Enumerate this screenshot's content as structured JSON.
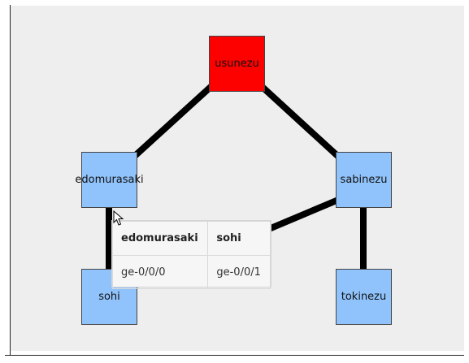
{
  "nodes": {
    "usunezu": {
      "label": "usunezu",
      "color": "#fd0000"
    },
    "edomurasaki": {
      "label": "edomurasaki",
      "color": "#90c3fb"
    },
    "sabinezu": {
      "label": "sabinezu",
      "color": "#90c3fb"
    },
    "sohi": {
      "label": "sohi",
      "color": "#90c3fb"
    },
    "tokinezu": {
      "label": "tokinezu",
      "color": "#90c3fb"
    }
  },
  "links": [
    {
      "from": "usunezu",
      "to": "edomurasaki"
    },
    {
      "from": "usunezu",
      "to": "sabinezu"
    },
    {
      "from": "edomurasaki",
      "to": "sohi"
    },
    {
      "from": "sabinezu",
      "to": "sohi"
    },
    {
      "from": "sabinezu",
      "to": "tokinezu"
    }
  ],
  "tooltip": {
    "headers": [
      "edomurasaki",
      "sohi"
    ],
    "row": [
      "ge-0/0/0",
      "ge-0/0/1"
    ]
  },
  "cursor": {
    "icon": "pointer-arrow-icon"
  }
}
